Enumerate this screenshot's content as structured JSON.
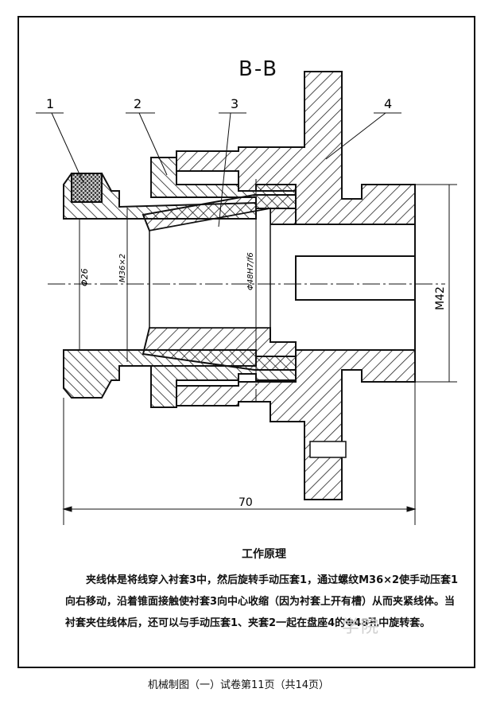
{
  "drawing": {
    "section_label": "B-B",
    "part_numbers": [
      "1",
      "2",
      "3",
      "4"
    ],
    "dimensions": {
      "overall_length": "70",
      "bore_diameter": "Φ26",
      "thread": "M36×2",
      "fit_diameter": "Φ48H7/f6",
      "outer_thread": "M42"
    }
  },
  "principle": {
    "heading": "工作原理",
    "body": "夹线体是将线穿入衬套3中，然后旋转手动压套1，通过螺纹M36×2使手动压套1向右移动，沿着锥面接触使衬套3向中心收缩（因为衬套上开有槽）从而夹紧线体。当衬套夹住线体后，还可以与手动压套1、夹套2一起在盘座4的Φ48孔中旋转套。"
  },
  "footer": "机械制图（一）试卷第11页（共14页）",
  "watermark": "学院"
}
